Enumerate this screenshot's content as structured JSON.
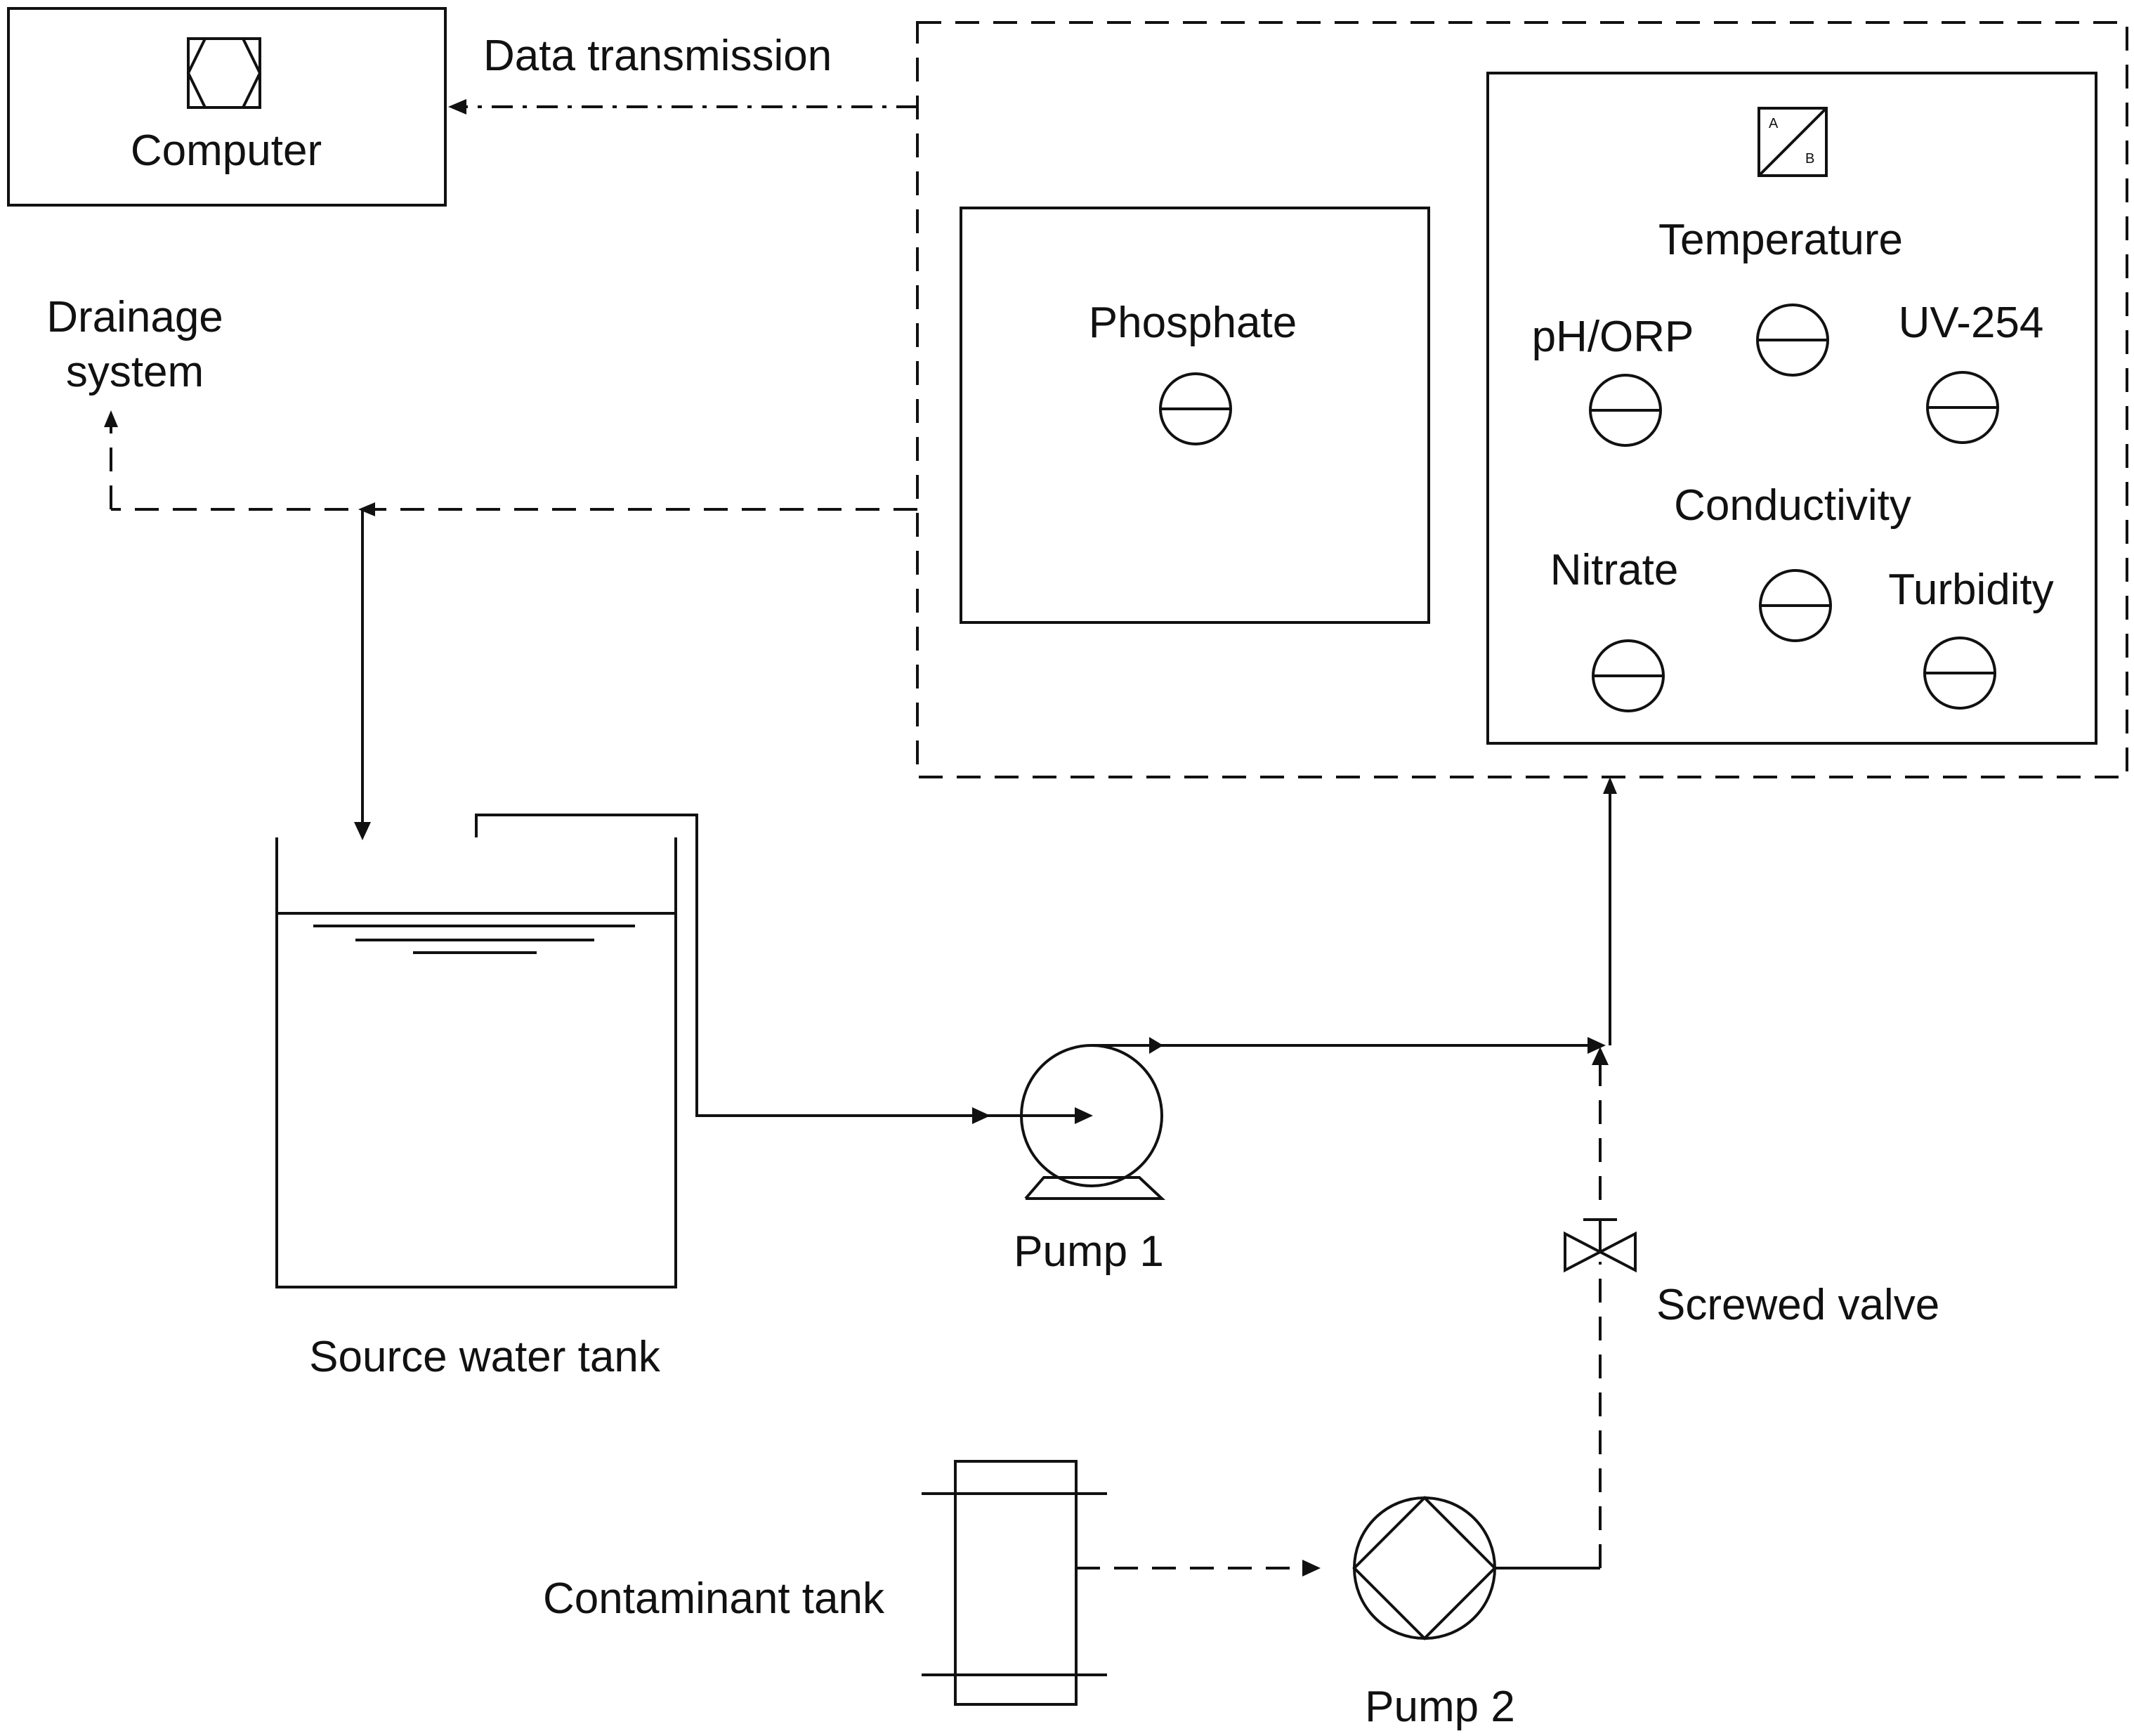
{
  "labels": {
    "computer": "Computer",
    "data_transmission": "Data transmission",
    "drainage_line1": "Drainage",
    "drainage_line2": "system",
    "phosphate": "Phosphate",
    "temperature": "Temperature",
    "ph_orp": "pH/ORP",
    "uv254": "UV-254",
    "conductivity": "Conductivity",
    "nitrate": "Nitrate",
    "turbidity": "Turbidity",
    "source_water_tank": "Source water tank",
    "pump1": "Pump 1",
    "screwed_valve": "Screwed valve",
    "contaminant_tank": "Contaminant tank",
    "pump2": "Pump 2",
    "converter_a": "A",
    "converter_b": "B"
  },
  "icons": {
    "computer": "hexagon-icon",
    "converter": "a-b-converter-icon",
    "sensor": "sensor-circle-icon",
    "pump1": "centrifugal-pump-icon",
    "pump2": "diamond-pump-icon",
    "valve": "screwed-valve-icon"
  },
  "colors": {
    "line": "#111111",
    "background": "#ffffff"
  }
}
